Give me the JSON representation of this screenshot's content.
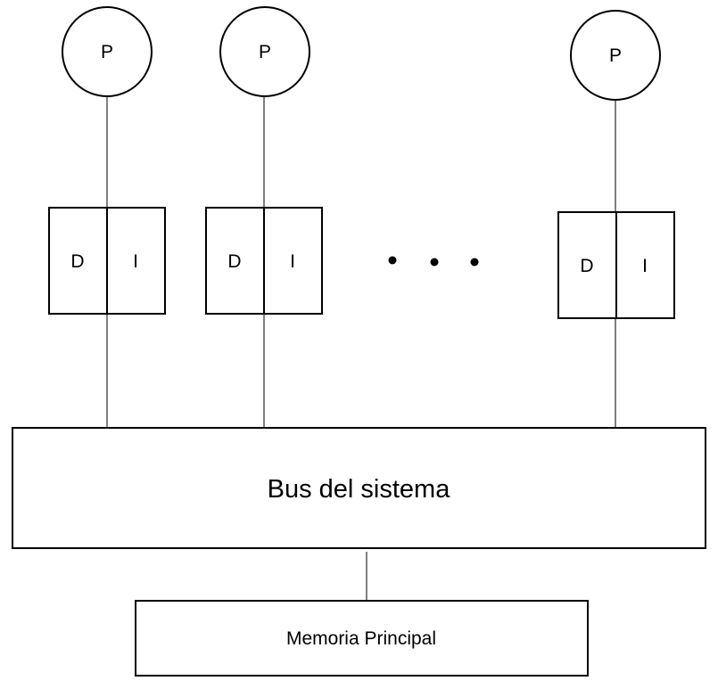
{
  "colors": {
    "stroke": "#000000",
    "fill": "#ffffff",
    "text": "#000000"
  },
  "processors": [
    {
      "label": "P",
      "cache_data_label": "D",
      "cache_instr_label": "I"
    },
    {
      "label": "P",
      "cache_data_label": "D",
      "cache_instr_label": "I"
    },
    {
      "label": "P",
      "cache_data_label": "D",
      "cache_instr_label": "I"
    }
  ],
  "bus": {
    "label": "Bus del sistema"
  },
  "memory": {
    "label": "Memoria Principal"
  }
}
